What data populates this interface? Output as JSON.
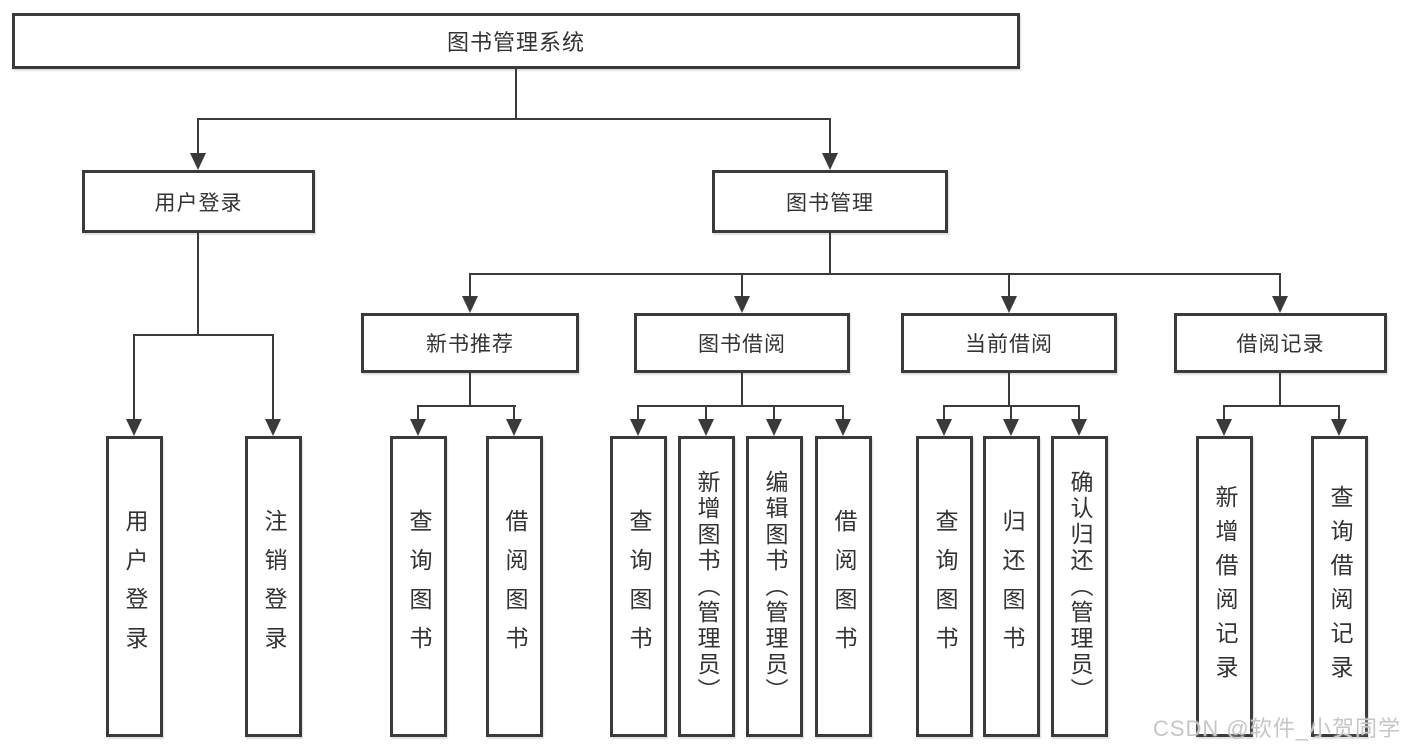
{
  "diagram": {
    "tree": {
      "label": "图书管理系统",
      "children": [
        {
          "label": "用户登录",
          "children": [
            {
              "label": "用户登录"
            },
            {
              "label": "注销登录"
            }
          ]
        },
        {
          "label": "图书管理",
          "children": [
            {
              "label": "新书推荐",
              "children": [
                {
                  "label": "查询图书"
                },
                {
                  "label": "借阅图书"
                }
              ]
            },
            {
              "label": "图书借阅",
              "children": [
                {
                  "label": "查询图书"
                },
                {
                  "label": "新增图书（管理员）"
                },
                {
                  "label": "编辑图书（管理员）"
                },
                {
                  "label": "借阅图书"
                }
              ]
            },
            {
              "label": "当前借阅",
              "children": [
                {
                  "label": "查询图书"
                },
                {
                  "label": "归还图书"
                },
                {
                  "label": "确认归还（管理员）"
                }
              ]
            },
            {
              "label": "借阅记录",
              "children": [
                {
                  "label": "新增借阅记录"
                },
                {
                  "label": "查询借阅记录"
                }
              ]
            }
          ]
        }
      ]
    },
    "colors": {
      "line": "#3a3a3a",
      "text": "#333333",
      "background": "#ffffff",
      "watermark_text_color": "#c6c6c6"
    }
  },
  "watermark": {
    "text": "CSDN @软件_小贺同学"
  }
}
